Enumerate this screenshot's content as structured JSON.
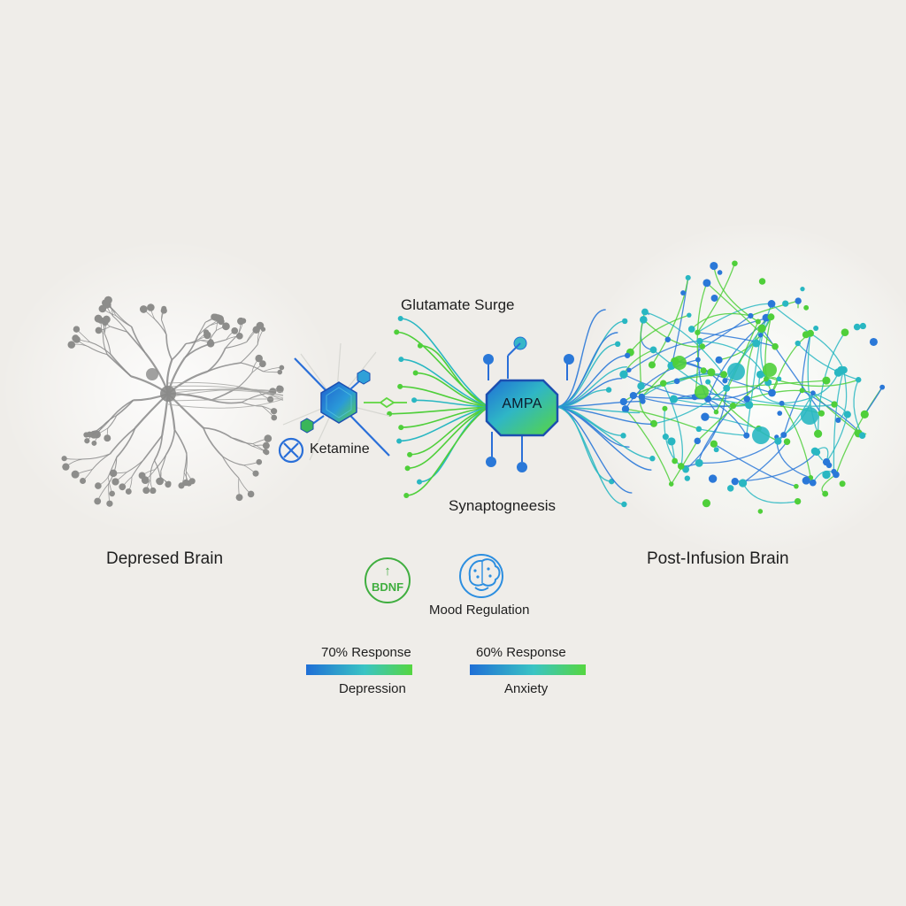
{
  "labels": {
    "depressed_brain": "Depresed Brain",
    "post_infusion_brain": "Post-Infusion Brain",
    "glutamate": "Glutamate Surge",
    "ketamine": "Ketamine",
    "ampa": "AMPA",
    "synaptogenesis": "Synaptogneesis",
    "bdnf": "BDNF",
    "bdnf_arrow": "↑",
    "mood": "Mood Regulation"
  },
  "stats": [
    {
      "percent_label": "70% Response",
      "condition": "Depression",
      "fill": 1.0
    },
    {
      "percent_label": "60% Response",
      "condition": "Anxiety",
      "fill": 1.0
    }
  ],
  "colors": {
    "background": "#efede9",
    "depressed_neuron": "#8a8a8a",
    "green": "#4fcf3a",
    "blue": "#2a78d8",
    "teal": "#29b7c2"
  },
  "icons": {
    "ketamine_molecule": "hexagon-molecule-icon",
    "ketamine_blocker": "circle-x-icon",
    "ampa_receptor": "octagon-receptor-icon",
    "bdnf": "up-arrow-badge-icon",
    "mood": "brain-smile-icon"
  }
}
